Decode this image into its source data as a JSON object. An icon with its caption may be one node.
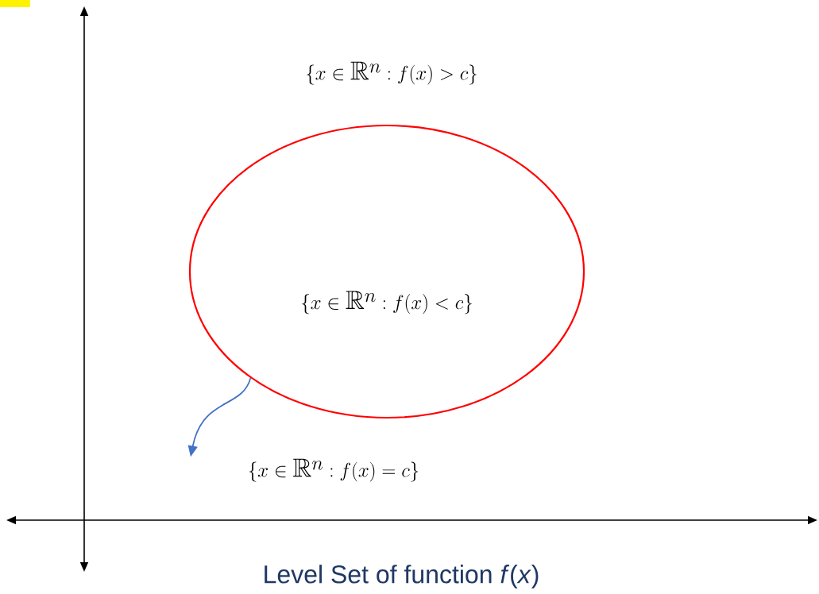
{
  "diagram": {
    "caption": "Level Set of function *f*(*x*)",
    "nodes": [
      {
        "text": [
          "\\{x \\in \\mathbb{R}^n : f(x) < c\\}"
        ]
      },
      {
        "text": [
          "\\{x \\in \\mathbb{R}^n : f(x) = c\\}"
        ]
      }
    ],
    "edges": [
      {
        "from": 0,
        "to": 1,
        "arrow": "to",
        "color": "#4472c4"
      }
    ],
    "labels": [
      "\\{x \\in \\mathbb{R}^n : f(x) > c\\}"
    ]
  }
}
